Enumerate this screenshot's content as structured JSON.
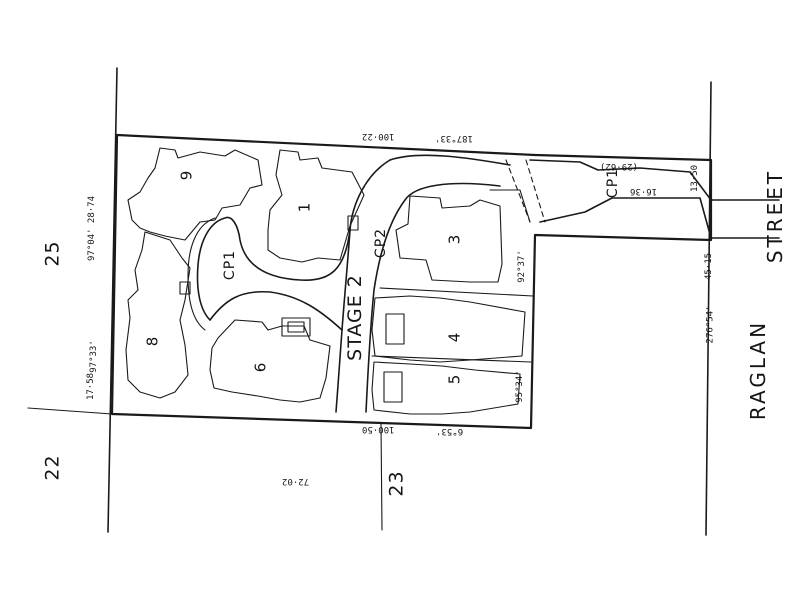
{
  "lots": [
    "1",
    "3",
    "4",
    "5",
    "6",
    "8",
    "9"
  ],
  "zones": {
    "cp1_left": "CP1",
    "cp2": "CP2",
    "cp1_right": "CP1",
    "stage": "STAGE 2"
  },
  "adjoining": {
    "n25": "25",
    "n22": "22",
    "n23": "23"
  },
  "street": {
    "name1": "RAGLAN",
    "name2": "STREET"
  },
  "measurements": {
    "top_length": "100·22",
    "top_bearing": "187°33'",
    "bottom_length": "100·50",
    "bottom_bearing": "6°53'",
    "left_upper": "97°04'  28·74",
    "left_lower_bearing": "97°33'",
    "left_lower_length": "17·58",
    "lower_boundary": "72·02",
    "lot3_bearing": "92°37'",
    "lot5_bearing": "95°34'",
    "right_bearing": "276°54'",
    "right_length": "45·15",
    "easement_angle": "(29·62)",
    "easement_length": "16·36",
    "easement_end": "13·50"
  }
}
